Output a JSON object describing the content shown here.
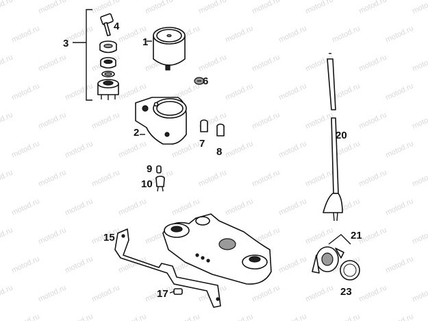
{
  "watermark": "motod.ru",
  "callouts": [
    {
      "id": "1",
      "text": "1"
    },
    {
      "id": "2",
      "text": "2"
    },
    {
      "id": "3",
      "text": "3"
    },
    {
      "id": "4",
      "text": "4"
    },
    {
      "id": "6",
      "text": "6"
    },
    {
      "id": "7",
      "text": "7"
    },
    {
      "id": "8",
      "text": "8"
    },
    {
      "id": "9",
      "text": "9"
    },
    {
      "id": "10",
      "text": "10"
    },
    {
      "id": "15",
      "text": "15"
    },
    {
      "id": "17",
      "text": "17"
    },
    {
      "id": "20",
      "text": "20"
    },
    {
      "id": "21",
      "text": "21"
    },
    {
      "id": "23",
      "text": "23"
    }
  ]
}
